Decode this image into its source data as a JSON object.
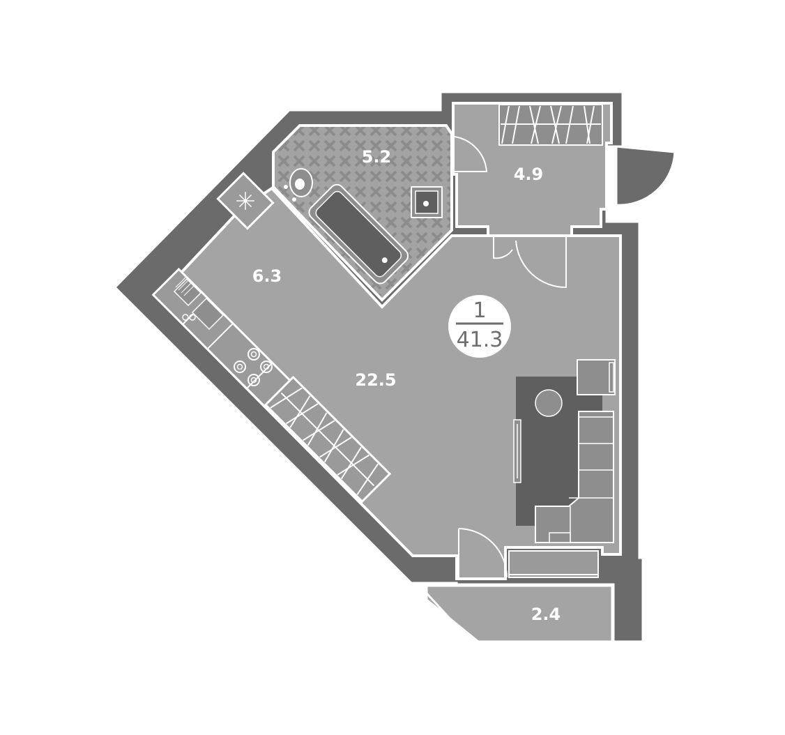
{
  "plan": {
    "rooms": [
      {
        "id": "bathroom",
        "area": "5.2"
      },
      {
        "id": "hallway",
        "area": "4.9"
      },
      {
        "id": "kitchen",
        "area": "6.3"
      },
      {
        "id": "living",
        "area": "22.5"
      },
      {
        "id": "balcony",
        "area": "2.4"
      }
    ],
    "badge": {
      "rooms": "1",
      "total": "41.3"
    }
  },
  "colors": {
    "wall": "#6b6b6b",
    "floor": "#a4a4a4",
    "tile": "#9a9a9a",
    "furniture": "#5f5f5f",
    "outline": "#ffffff"
  }
}
